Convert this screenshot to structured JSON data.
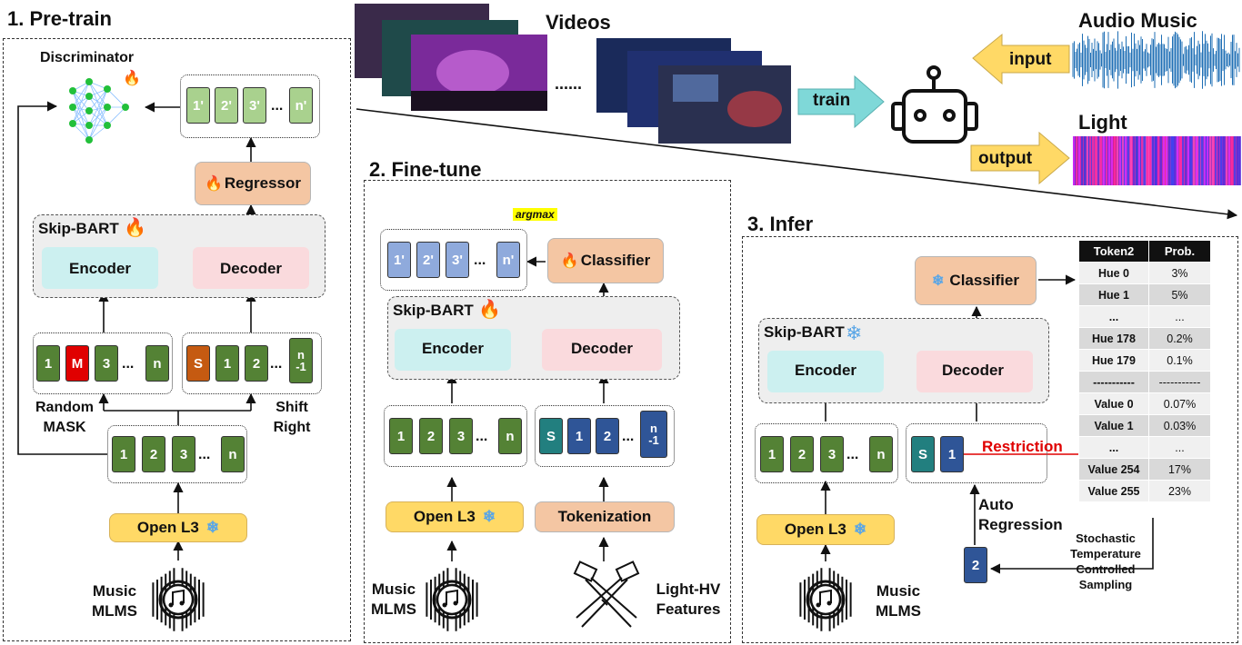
{
  "panels": {
    "pretrain": "1. Pre-train",
    "finetune": "2. Fine-tune",
    "infer": "3. Infer"
  },
  "top": {
    "videos": "Videos",
    "audio_music": "Audio Music",
    "light": "Light",
    "input": "input",
    "output": "output",
    "train": "train",
    "dots": "......"
  },
  "pretrain": {
    "discriminator": "Discriminator",
    "regressor": "Regressor",
    "skip_bart": "Skip-BART",
    "encoder": "Encoder",
    "decoder": "Decoder",
    "out_tokens": [
      "1'",
      "2'",
      "3'",
      "n'"
    ],
    "masked_tokens": [
      "1",
      "M",
      "3",
      "n"
    ],
    "shift_tokens": [
      "S",
      "1",
      "2",
      "n\n-1"
    ],
    "input_tokens": [
      "1",
      "2",
      "3",
      "n"
    ],
    "ellipsis": "...",
    "random_mask": "Random\nMASK",
    "shift_right": "Shift\nRight",
    "open_l3": "Open L3",
    "music_mlms": "Music\nMLMS"
  },
  "finetune": {
    "argmax": "argmax",
    "classifier": "Classifier",
    "skip_bart": "Skip-BART",
    "encoder": "Encoder",
    "decoder": "Decoder",
    "out_tokens": [
      "1'",
      "2'",
      "3'",
      "n'"
    ],
    "input_tokens": [
      "1",
      "2",
      "3",
      "n"
    ],
    "light_tokens": [
      "S",
      "1",
      "2",
      "n\n-1"
    ],
    "ellipsis": "...",
    "open_l3": "Open L3",
    "tokenization": "Tokenization",
    "music_mlms": "Music\nMLMS",
    "light_features": "Light-HV\nFeatures"
  },
  "infer": {
    "classifier": "Classifier",
    "skip_bart": "Skip-BART",
    "encoder": "Encoder",
    "decoder": "Decoder",
    "input_tokens": [
      "1",
      "2",
      "3",
      "n"
    ],
    "gen_tokens": [
      "S",
      "1"
    ],
    "next_token": "2",
    "ellipsis": "...",
    "restriction": "Restriction",
    "auto_regression": "Auto\nRegression",
    "open_l3": "Open L3",
    "music_mlms": "Music\nMLMS",
    "sampling": "Stochastic\nTemperature\nControlled\nSampling",
    "table": {
      "headers": [
        "Token2",
        "Prob."
      ],
      "rows": [
        [
          "Hue 0",
          "3%"
        ],
        [
          "Hue 1",
          "5%"
        ],
        [
          "...",
          "..."
        ],
        [
          "Hue 178",
          "0.2%"
        ],
        [
          "Hue 179",
          "0.1%"
        ],
        [
          "-----------",
          "-----------"
        ],
        [
          "Value 0",
          "0.07%"
        ],
        [
          "Value 1",
          "0.03%"
        ],
        [
          "...",
          "..."
        ],
        [
          "Value 254",
          "17%"
        ],
        [
          "Value 255",
          "23%"
        ]
      ]
    }
  },
  "colors": {
    "green_token": "#548235",
    "light_green_token": "#a9d18e",
    "light_blue_token": "#8faadc",
    "dark_blue_token": "#2f5597",
    "mask_red": "#e00000",
    "restriction_red": "#e00000",
    "arrow_yellow": "#ffd966",
    "arrow_teal": "#7fd8d8"
  },
  "icons": [
    "fire-icon",
    "snowflake-icon",
    "music-note-icon",
    "robot-icon",
    "spotlight-icon",
    "light-bulb-icon",
    "neural-network-icon"
  ]
}
